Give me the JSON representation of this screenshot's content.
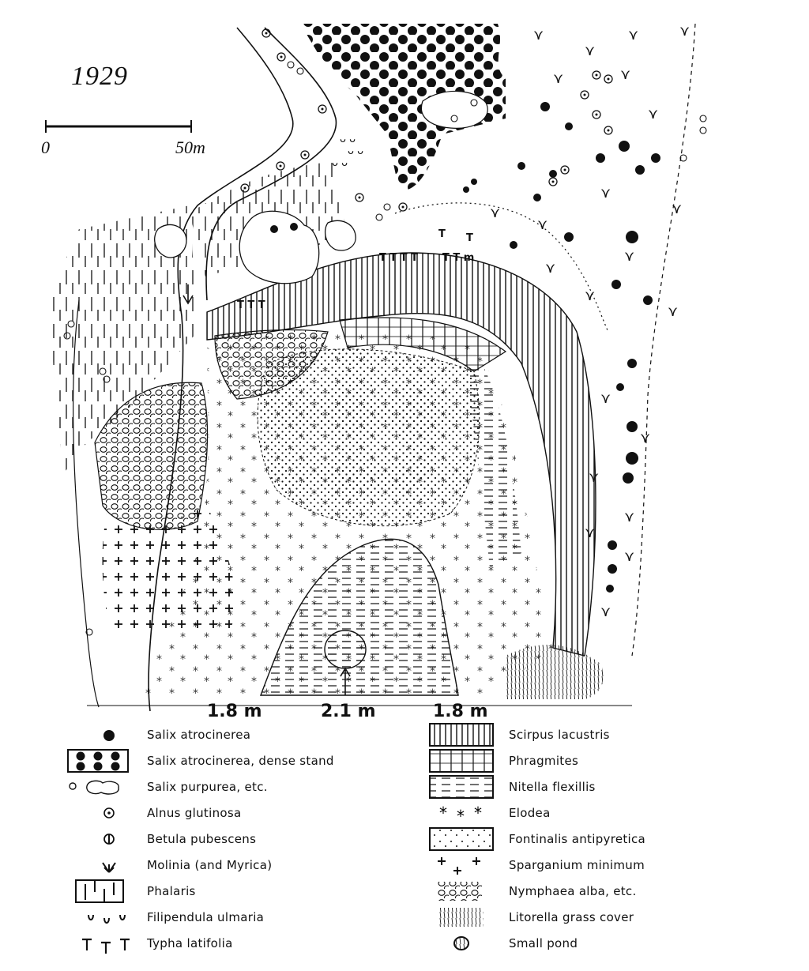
{
  "map": {
    "year": "1929",
    "scale": {
      "start": "0",
      "end": "50m"
    },
    "depths": [
      "1.8 m",
      "2.1 m",
      "1.8 m"
    ]
  },
  "legend": {
    "left": [
      {
        "id": "salix-atrocinerea",
        "label": "Salix atrocinerea",
        "symbol": "dot-icon"
      },
      {
        "id": "salix-dense",
        "label": "Salix atrocinerea, dense stand",
        "symbol": "dense-dots-icon"
      },
      {
        "id": "salix-purpurea",
        "label": "Salix purpurea, etc.",
        "symbol": "cloud-icon"
      },
      {
        "id": "alnus",
        "label": "Alnus glutinosa",
        "symbol": "circle-dot-icon"
      },
      {
        "id": "betula",
        "label": "Betula pubescens",
        "symbol": "circle-bar-icon"
      },
      {
        "id": "molinia",
        "label": "Molinia (and Myrica)",
        "symbol": "tuft-icon"
      },
      {
        "id": "phalaris",
        "label": "Phalaris",
        "symbol": "phalaris-icon"
      },
      {
        "id": "filipendula",
        "label": "Filipendula ulmaria",
        "symbol": "u-icon"
      },
      {
        "id": "typha",
        "label": "Typha latifolia",
        "symbol": "t-icon"
      }
    ],
    "right": [
      {
        "id": "scirpus",
        "label": "Scirpus lacustris",
        "symbol": "vertical-lines-icon"
      },
      {
        "id": "phragmites",
        "label": "Phragmites",
        "symbol": "grid-icon"
      },
      {
        "id": "nitella",
        "label": "Nitella flexillis",
        "symbol": "dashes-icon"
      },
      {
        "id": "elodea",
        "label": "Elodea",
        "symbol": "star-icon"
      },
      {
        "id": "fontinalis",
        "label": "Fontinalis antipyretica",
        "symbol": "stipple-icon"
      },
      {
        "id": "sparganium",
        "label": "Sparganium minimum",
        "symbol": "plus-icon"
      },
      {
        "id": "nymphaea",
        "label": "Nymphaea alba, etc.",
        "symbol": "pebble-icon"
      },
      {
        "id": "litorella",
        "label": "Litorella grass cover",
        "symbol": "hatch-icon"
      },
      {
        "id": "pond",
        "label": "Small pond",
        "symbol": "pond-icon"
      }
    ]
  },
  "colors": {
    "ink": "#111111",
    "paper": "#ffffff"
  }
}
